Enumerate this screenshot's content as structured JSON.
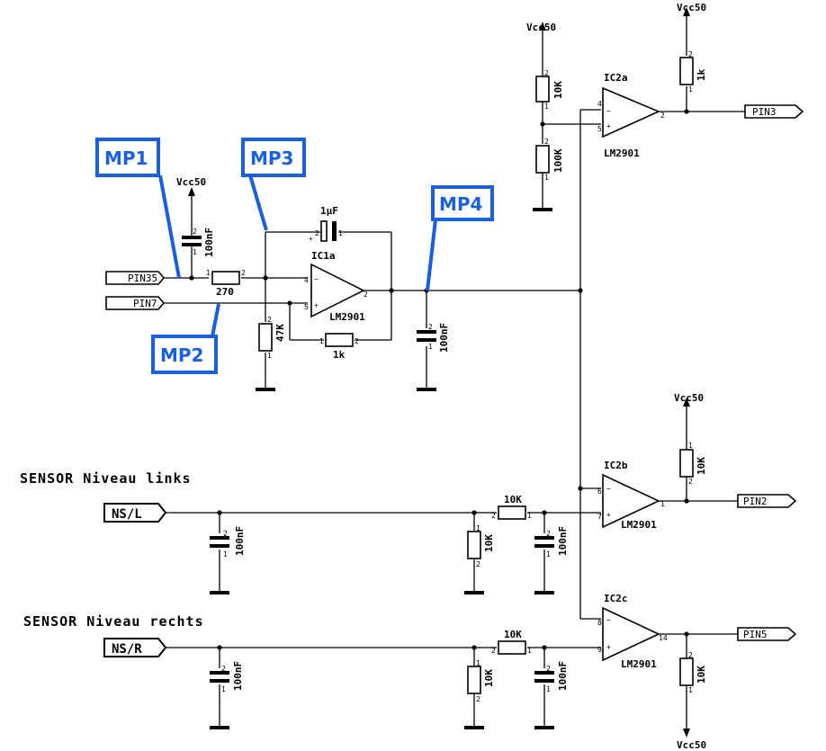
{
  "headings": {
    "sensor_left": "SENSOR Niveau links",
    "sensor_right": "SENSOR Niveau rechts"
  },
  "connectors": {
    "pin35": "PIN35",
    "pin7": "PIN7",
    "ns_l": "NS/L",
    "ns_r": "NS/R",
    "pin3": "PIN3",
    "pin2": "PIN2",
    "pin5": "PIN5"
  },
  "measure_points": {
    "mp1": "MP1",
    "mp2": "MP2",
    "mp3": "MP3",
    "mp4": "MP4"
  },
  "supplies": {
    "vcc_a": "Vcc50",
    "vcc_b": "Vcc50",
    "vcc_c": "Vcc50",
    "vcc_d": "Vcc50",
    "vcc_e": "Vcc50"
  },
  "ics": {
    "ic1a": "IC1a",
    "ic1a_type": "LM2901",
    "ic2a": "IC2a",
    "ic2a_type": "LM2901",
    "ic2b": "IC2b",
    "ic2b_type": "LM2901",
    "ic2c": "IC2c",
    "ic2c_type": "LM2901"
  },
  "components": {
    "c_in": "100nF",
    "r_in": "270",
    "c_fb": "1µF",
    "r_bias": "47K",
    "r_fb": "1k",
    "c_out": "100nF",
    "r_div_top": "10K",
    "r_div_bot": "100K",
    "r_pull_a": "1k",
    "r_pull_b": "10K",
    "r_pull_c": "10K",
    "c_nsl1": "100nF",
    "r_nsl_shunt": "10K",
    "r_nsl_series": "10K",
    "c_nsl2": "100nF",
    "c_nsr1": "100nF",
    "r_nsr_shunt": "10K",
    "r_nsr_series": "10K",
    "c_nsr2": "100nF"
  },
  "pins": {
    "p1": "1",
    "p2": "2",
    "p4": "4",
    "p5": "5",
    "p6": "6",
    "p7": "7",
    "p8": "8",
    "p9": "9",
    "p14": "14",
    "plus": "+",
    "minus": "−"
  }
}
